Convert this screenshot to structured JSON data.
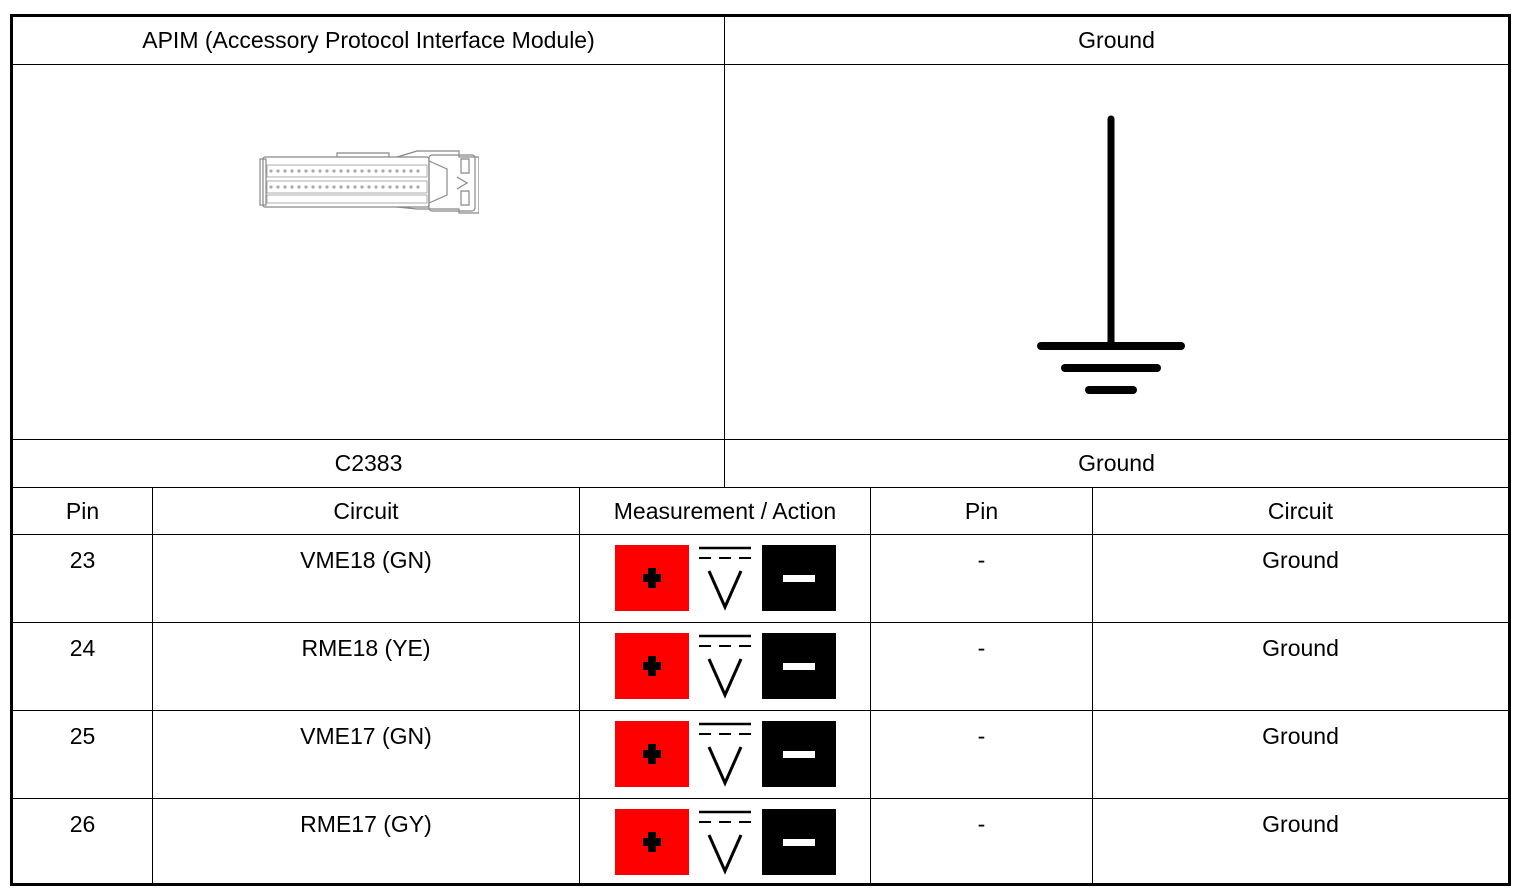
{
  "headers": {
    "left_module": "APIM (Accessory Protocol Interface Module)",
    "right_module": "Ground",
    "left_connector": "C2383",
    "right_connector": "Ground"
  },
  "columns": [
    "Pin",
    "Circuit",
    "Measurement / Action",
    "Pin",
    "Circuit"
  ],
  "rows": [
    {
      "pin": "23",
      "circuit": "VME18 (GN)",
      "pin2": "-",
      "circuit2": "Ground"
    },
    {
      "pin": "24",
      "circuit": "RME18 (YE)",
      "pin2": "-",
      "circuit2": "Ground"
    },
    {
      "pin": "25",
      "circuit": "VME17 (GN)",
      "pin2": "-",
      "circuit2": "Ground"
    },
    {
      "pin": "26",
      "circuit": "RME17 (GY)",
      "pin2": "-",
      "circuit2": "Ground"
    }
  ],
  "meter_icon": {
    "positive_color": "#ff0000",
    "negative_color": "#000000",
    "icons": [
      "plus-icon",
      "dc-voltage-icon",
      "minus-icon"
    ]
  }
}
